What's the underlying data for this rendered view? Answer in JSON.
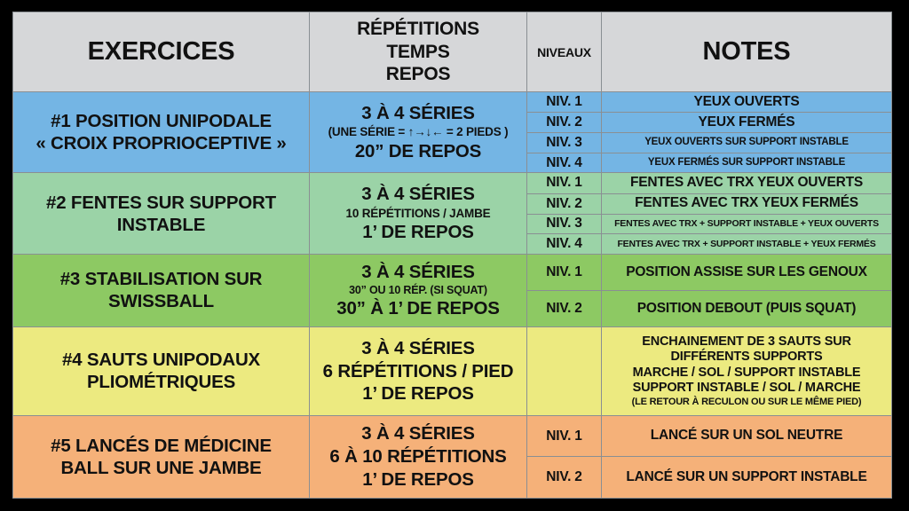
{
  "document": {
    "title": "Programme proprioception - tableau d'exercices",
    "background_color": "#000000"
  },
  "table": {
    "headers": {
      "exercices": "EXERCICES",
      "repetitions_lines": [
        "RÉPÉTITIONS",
        "TEMPS",
        "REPOS"
      ],
      "niveaux": "NIVEAUX",
      "notes": "NOTES"
    },
    "colors": {
      "header_bg": "#d6d7d9",
      "row1": "#74b5e4",
      "row2": "#9bd3a7",
      "row3": "#8dc963",
      "row4": "#ecea80",
      "row5": "#f5b179",
      "grid": "#8a8f93",
      "text": "#111111"
    },
    "rows": [
      {
        "id": "exercise-1",
        "color": "#74b5e4",
        "exercise_lines": [
          "#1 POSITION UNIPODALE",
          "« CROIX PROPRIOCEPTIVE »"
        ],
        "prescription": {
          "series": "3 À 4 SÉRIES",
          "detail": "(UNE SÉRIE = ↑→↓← = 2 PIEDS )",
          "rest": "20” DE REPOS"
        },
        "levels": [
          {
            "level": "NIV. 1",
            "note": "YEUX OUVERTS",
            "note_size": "normal"
          },
          {
            "level": "NIV. 2",
            "note": "YEUX FERMÉS",
            "note_size": "normal"
          },
          {
            "level": "NIV. 3",
            "note": "YEUX OUVERTS SUR SUPPORT INSTABLE",
            "note_size": "sm"
          },
          {
            "level": "NIV. 4",
            "note": "YEUX FERMÉS SUR SUPPORT INSTABLE",
            "note_size": "sm"
          }
        ]
      },
      {
        "id": "exercise-2",
        "color": "#9bd3a7",
        "exercise_lines": [
          "#2 FENTES SUR SUPPORT",
          "INSTABLE"
        ],
        "prescription": {
          "series": "3 À 4 SÉRIES",
          "detail": "10 RÉPÉTITIONS / JAMBE",
          "rest": "1’ DE REPOS"
        },
        "levels": [
          {
            "level": "NIV. 1",
            "note": "FENTES AVEC TRX YEUX OUVERTS",
            "note_size": "normal"
          },
          {
            "level": "NIV. 2",
            "note": "FENTES AVEC TRX YEUX FERMÉS",
            "note_size": "normal"
          },
          {
            "level": "NIV. 3",
            "note": "FENTES AVEC TRX + SUPPORT INSTABLE + YEUX OUVERTS",
            "note_size": "sm2"
          },
          {
            "level": "NIV. 4",
            "note": "FENTES AVEC TRX + SUPPORT INSTABLE + YEUX FERMÉS",
            "note_size": "sm2"
          }
        ]
      },
      {
        "id": "exercise-3",
        "color": "#8dc963",
        "exercise_lines": [
          "#3 STABILISATION SUR",
          "SWISSBALL"
        ],
        "prescription": {
          "series": "3 À 4 SÉRIES",
          "detail": "30” OU 10 RÉP. (SI SQUAT)",
          "rest": "30” À 1’ DE REPOS"
        },
        "levels": [
          {
            "level": "NIV. 1",
            "note": "POSITION ASSISE SUR LES GENOUX",
            "note_size": "normal"
          },
          {
            "level": "NIV. 2",
            "note": "POSITION DEBOUT (PUIS SQUAT)",
            "note_size": "normal"
          }
        ]
      },
      {
        "id": "exercise-4",
        "color": "#ecea80",
        "exercise_lines": [
          "#4 SAUTS UNIPODAUX",
          "PLIOMÉTRIQUES"
        ],
        "prescription": {
          "series": "3 À 4 SÉRIES",
          "detail": "6 RÉPÉTITIONS / PIED",
          "rest": "1’ DE REPOS"
        },
        "levels": [],
        "merged_note_lines": [
          "ENCHAINEMENT DE 3 SAUTS SUR",
          "DIFFÉRENTS SUPPORTS",
          "MARCHE / SOL / SUPPORT INSTABLE",
          "SUPPORT INSTABLE / SOL / MARCHE"
        ],
        "merged_note_small": "(LE RETOUR À RECULON OU SUR LE MÊME PIED)"
      },
      {
        "id": "exercise-5",
        "color": "#f5b179",
        "exercise_lines": [
          "#5 LANCÉS DE MÉDICINE",
          "BALL SUR UNE JAMBE"
        ],
        "prescription": {
          "series": "3 À 4 SÉRIES",
          "detail": "6 À 10 RÉPÉTITIONS",
          "rest": "1’ DE REPOS"
        },
        "levels": [
          {
            "level": "NIV. 1",
            "note": "LANCÉ SUR UN SOL NEUTRE",
            "note_size": "normal"
          },
          {
            "level": "NIV. 2",
            "note": "LANCÉ SUR UN SUPPORT INSTABLE",
            "note_size": "normal"
          }
        ]
      }
    ]
  }
}
